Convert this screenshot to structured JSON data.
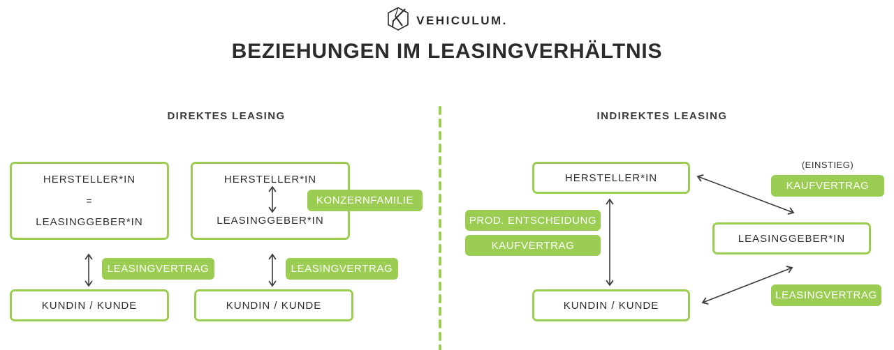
{
  "brand": {
    "logo_text": "VEHICULUM."
  },
  "title": "BEZIEHUNGEN IM LEASINGVERHÄLTNIS",
  "colors": {
    "accent_green": "#9bcd52",
    "text_dark": "#2e2e2e",
    "pill_text": "#ffffff"
  },
  "sections": {
    "direct": {
      "header": "DIREKTES LEASING",
      "column1": {
        "top_box_lines": [
          "HERSTELLER*IN",
          "=",
          "LEASINGGEBER*IN"
        ],
        "contract_label": "LEASINGVERTRAG",
        "bottom_box": "KUNDIN / KUNDE"
      },
      "column2": {
        "top_box_line1": "HERSTELLER*IN",
        "top_box_line2": "LEASINGGEBER*IN",
        "group_label": "KONZERNFAMILIE",
        "contract_label": "LEASINGVERTRAG",
        "bottom_box": "KUNDIN / KUNDE"
      }
    },
    "indirect": {
      "header": "INDIREKTES LEASING",
      "manufacturer_box": "HERSTELLER*IN",
      "entry_note": "(EINSTIEG)",
      "purchase_contract_top": "KAUFVERTRAG",
      "prod_decision_label": "PROD. ENTSCHEIDUNG",
      "purchase_contract_left": "KAUFVERTRAG",
      "lessor_box": "LEASINGGEBER*IN",
      "customer_box": "KUNDIN / KUNDE",
      "leasing_contract_label": "LEASINGVERTRAG"
    }
  }
}
